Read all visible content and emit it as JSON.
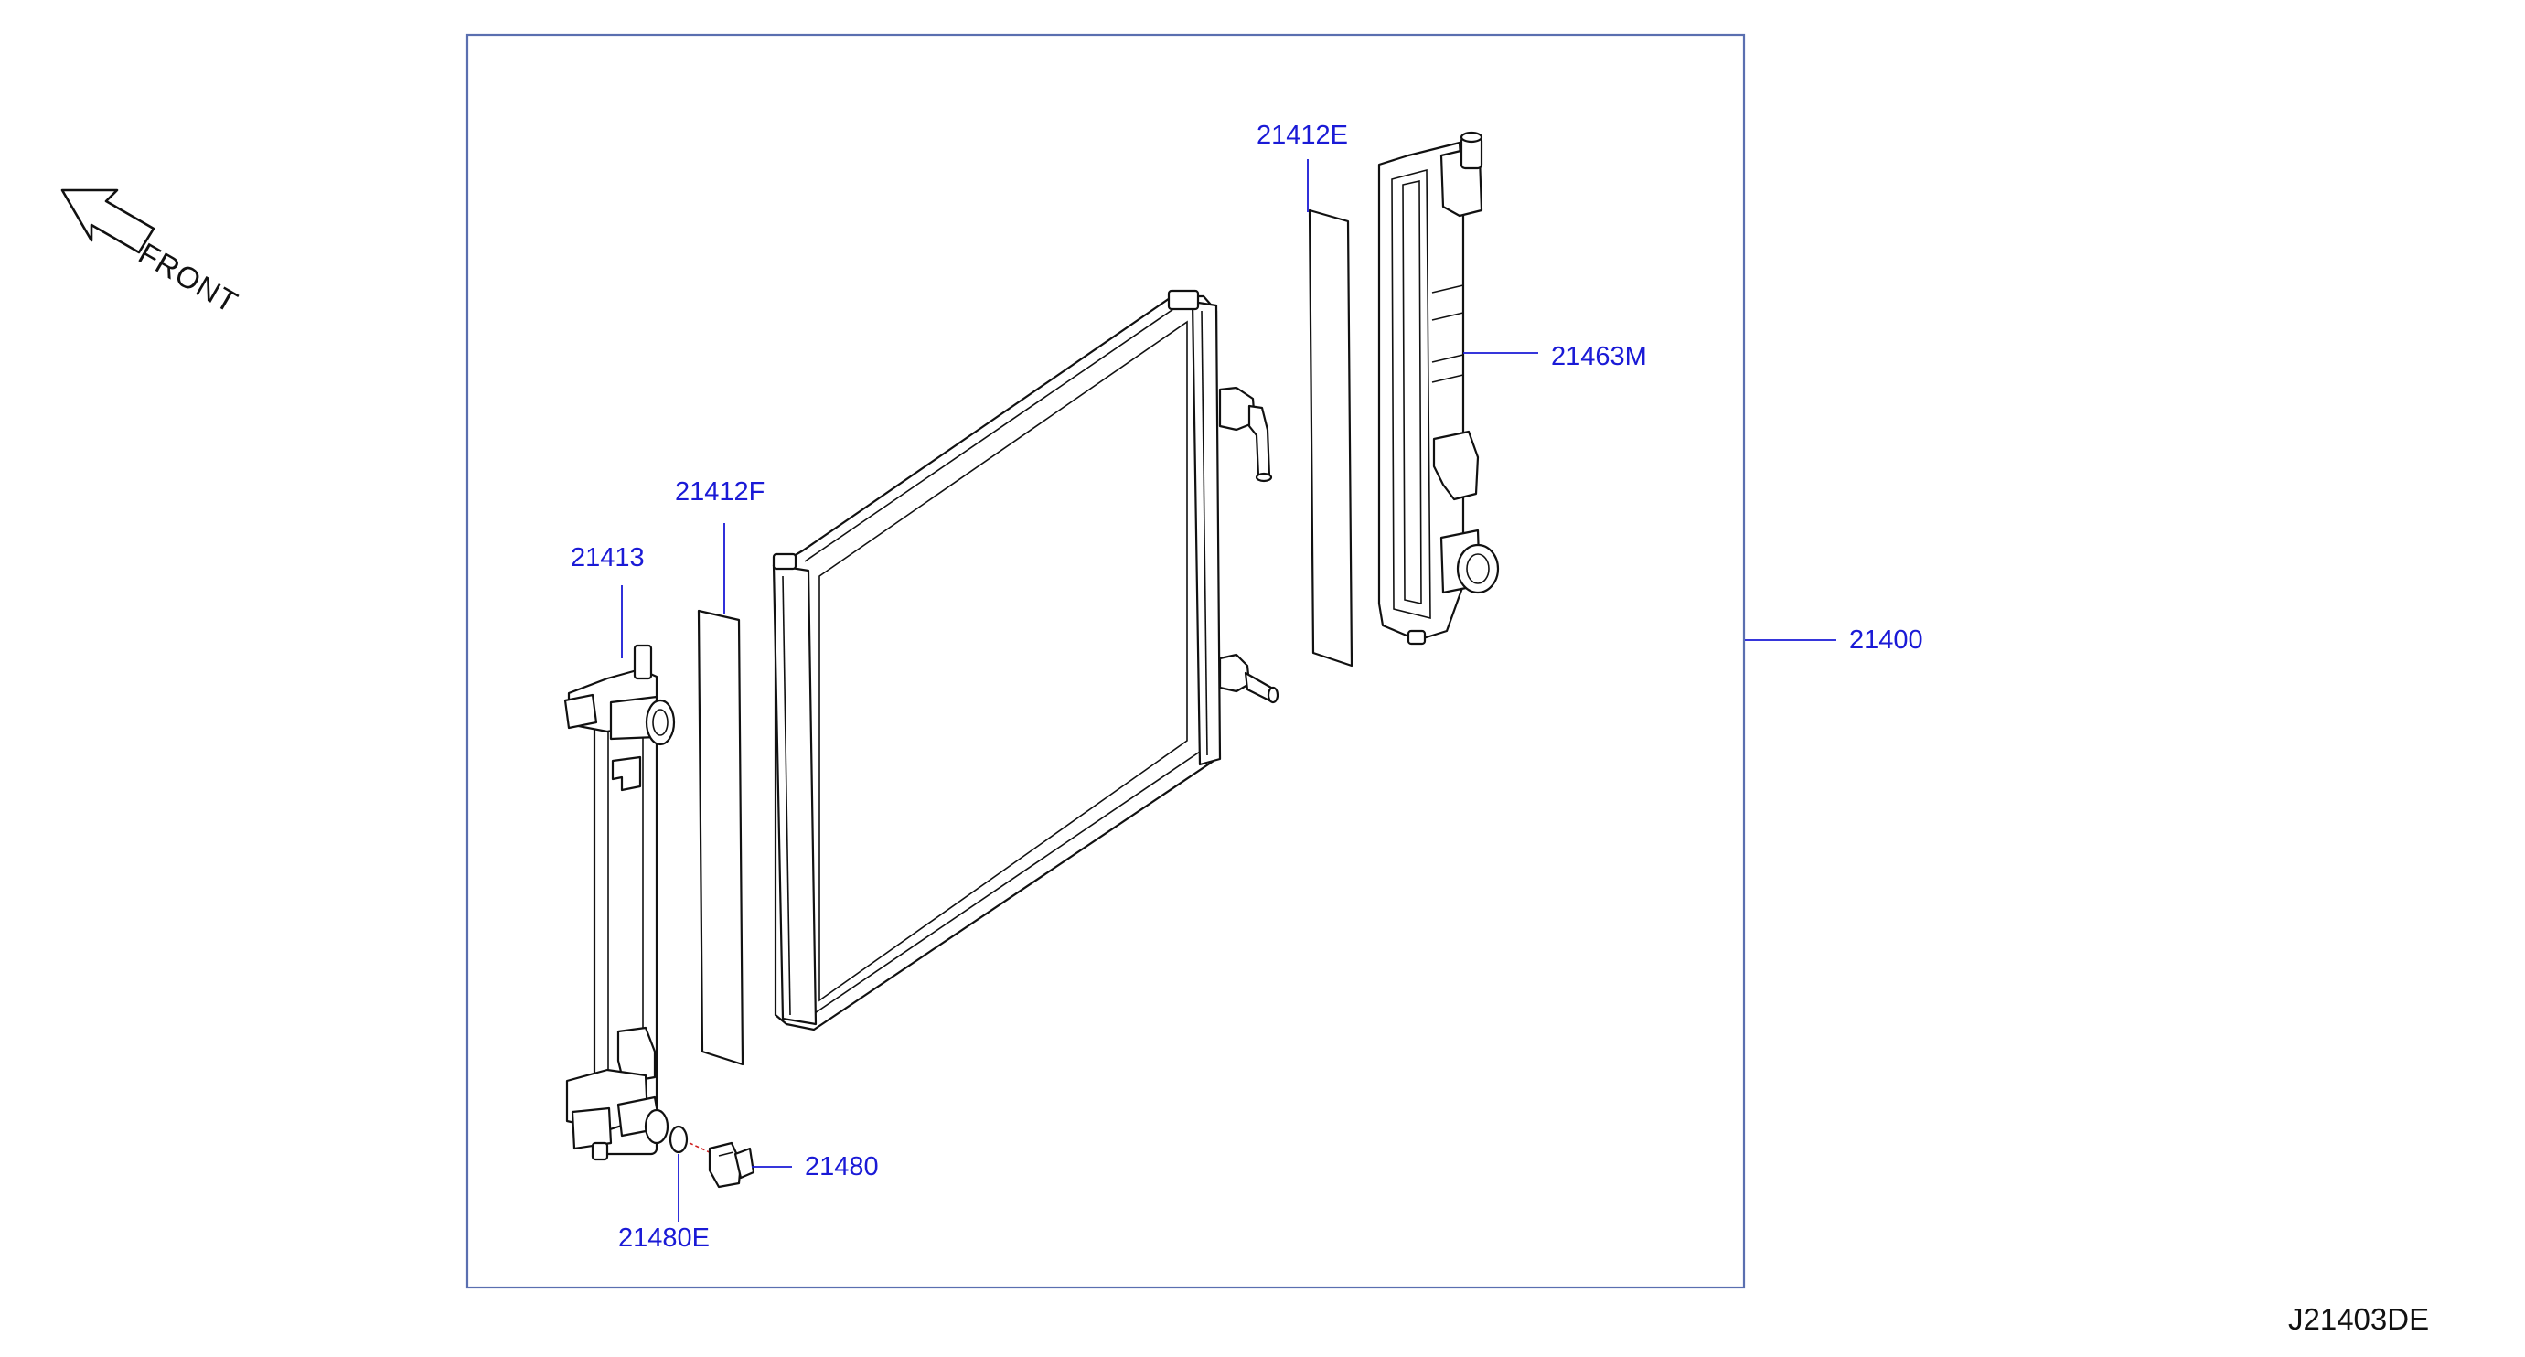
{
  "diagram_code": "J21403DE",
  "direction_label": "FRONT",
  "callouts": {
    "radiator_assembly": "21400",
    "upper_tank": "21463M",
    "seal_right": "21412E",
    "seal_left": "21412F",
    "lower_tank": "21413",
    "drain_cock": "21480",
    "drain_oring": "21480E"
  },
  "colors": {
    "callout_text": "#1a1ad6",
    "frame_border": "#5a6fb0",
    "line_art": "#111111"
  }
}
